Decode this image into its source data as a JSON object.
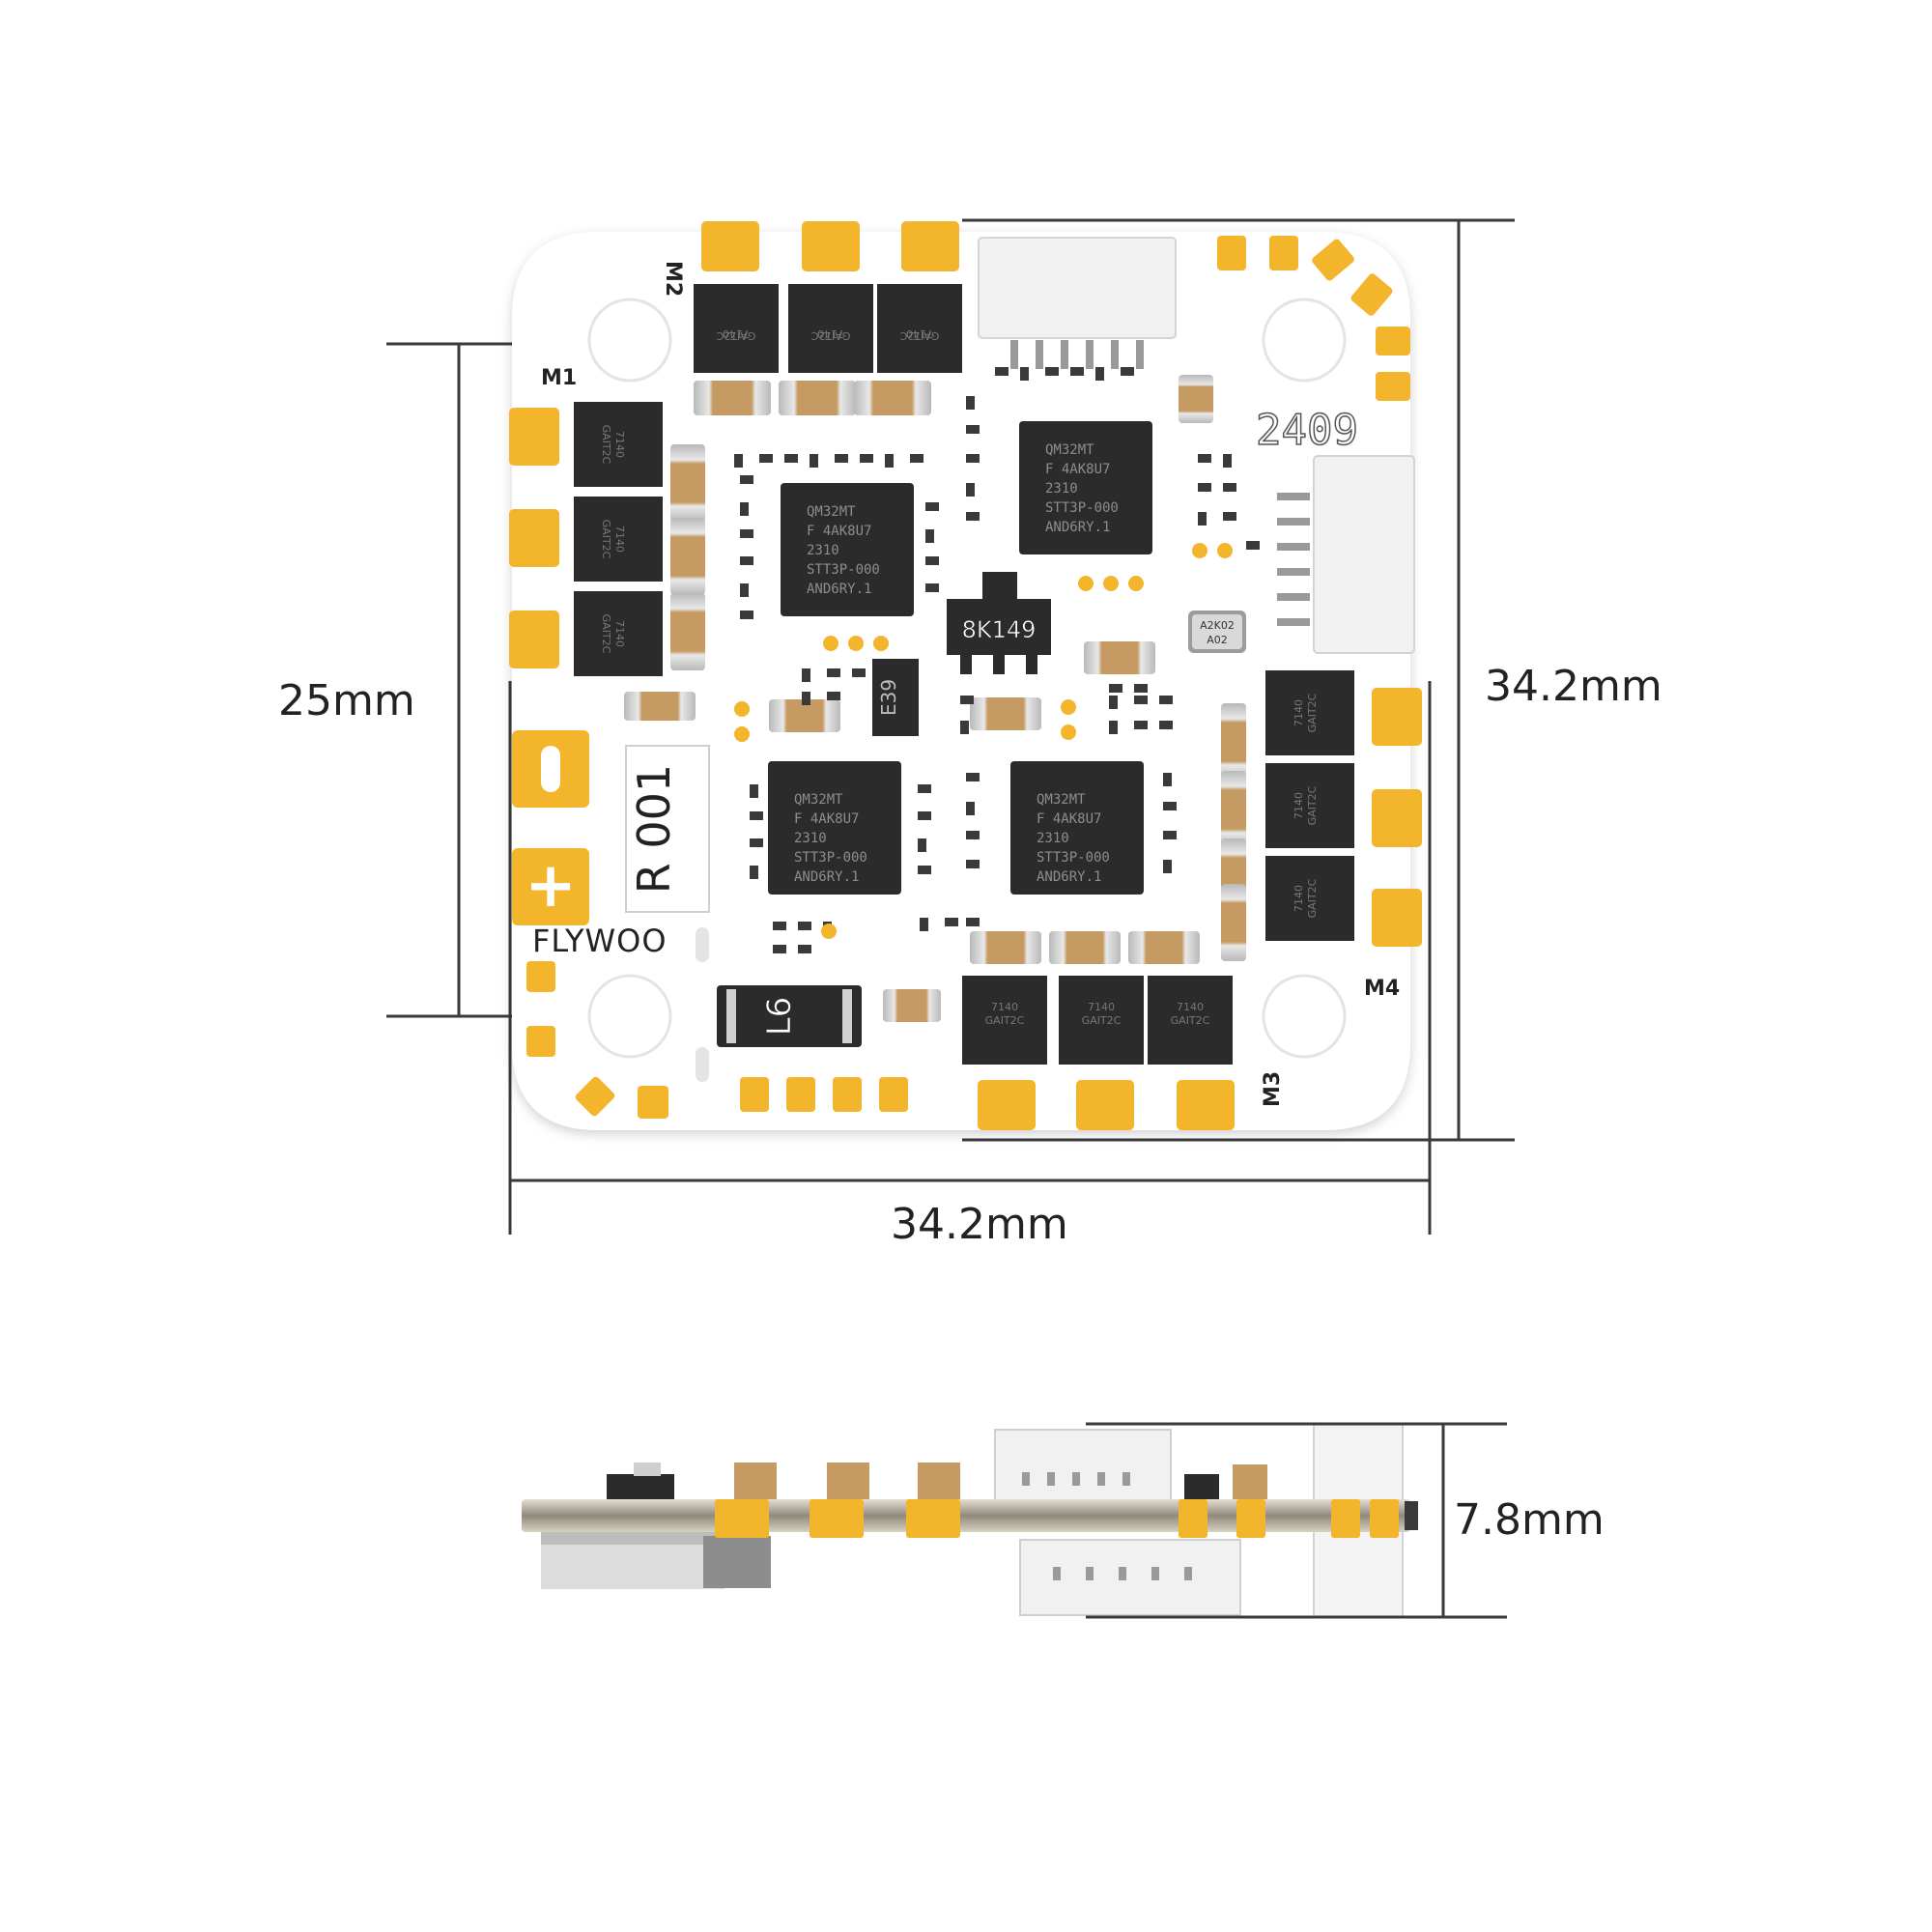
{
  "dimensions": {
    "hole_spacing": "25mm",
    "board_height": "34.2mm",
    "board_width": "34.2mm",
    "board_thickness": "7.8mm"
  },
  "board": {
    "brand": "FLYWOO",
    "silkscreen_code": "2409",
    "label_box": "R 001",
    "motor_labels": [
      "M1",
      "M2",
      "M3",
      "M4"
    ],
    "mcu_lines": [
      "QM32MT",
      "F 4AK8U7",
      "2310",
      "STT3P-000",
      "AND6RY.1"
    ],
    "mosfet_lines": [
      "7140",
      "GAIT2C"
    ],
    "regulator_marking": "8K149",
    "baro_lines": [
      "A2K02",
      "A02"
    ],
    "small_ic_marking": "E39",
    "inductor_marking": "L6",
    "colors": {
      "pcb": "#ffffff",
      "pad": "#f2b52c",
      "chip": "#2b2b2b",
      "connector": "#f1f1f1"
    }
  }
}
